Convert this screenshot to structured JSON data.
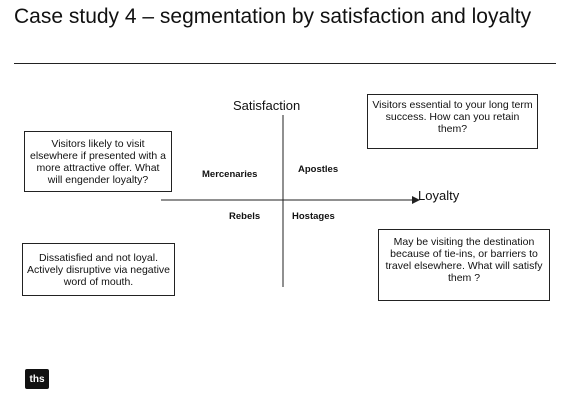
{
  "slide": {
    "title": "Case study 4 – segmentation by satisfaction and loyalty",
    "axes": {
      "vertical": "Satisfaction",
      "horizontal": "Loyalty"
    },
    "quadrants": {
      "top_left": "Mercenaries",
      "top_right": "Apostles",
      "bottom_left": "Rebels",
      "bottom_right": "Hostages"
    },
    "boxes": {
      "top_left": "Visitors likely to visit elsewhere if presented with a more attractive offer. What will engender loyalty?",
      "top_right": "Visitors essential to your long term success. How can you retain them?",
      "bottom_left": "Dissatisfied and not loyal. Actively disruptive via negative word of mouth.",
      "bottom_right": "May be visiting the destination because of tie-ins, or barriers to travel elsewhere. What will satisfy them ?"
    },
    "logo_text": "ths"
  }
}
